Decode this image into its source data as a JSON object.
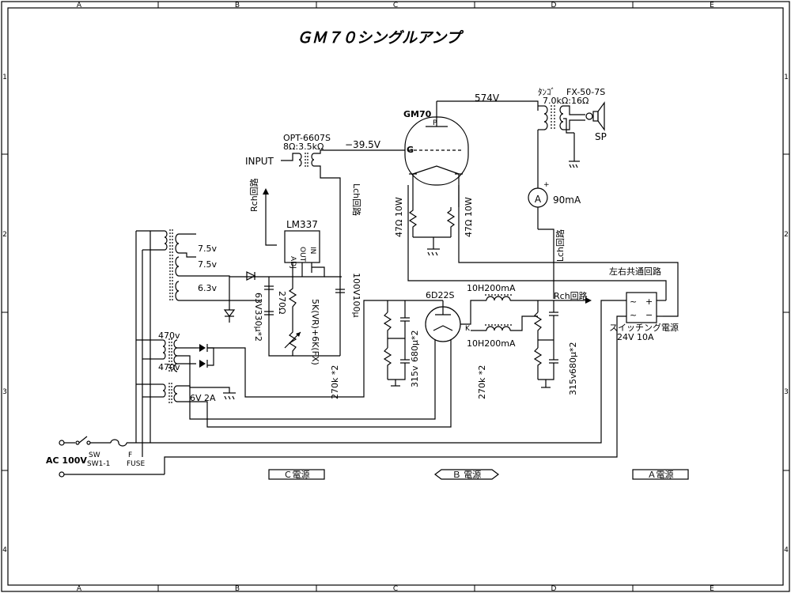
{
  "title": "ＧＭ７０シングルアンプ",
  "frame": {
    "cols": [
      "A",
      "B",
      "C",
      "D",
      "E"
    ],
    "rows": [
      "1",
      "2",
      "3",
      "4"
    ]
  },
  "tube": {
    "name": "GM70",
    "grid_label": "G",
    "plate_label": "P",
    "grid_voltage": "−39.5V",
    "plate_voltage": "574V"
  },
  "input": {
    "label": "INPUT",
    "transformer": "OPT-6607S",
    "ratio": "8Ω:3.5kΩ"
  },
  "output": {
    "brand": "ﾀﾝｺﾞ",
    "model": "FX-50-7S",
    "impedance": "7.0kΩ:16Ω",
    "speaker": "SP"
  },
  "meter": {
    "symbol": "A",
    "reading": "90mA",
    "plus": "+"
  },
  "cathode": {
    "r1": "47Ω 10W",
    "r2": "47Ω 10W"
  },
  "route_labels": {
    "rch_top": "Rch回路",
    "lch_top": "Lch回路",
    "lch_mid": "Lch回路",
    "rch_mid": "Rch回路",
    "common": "左右共通回路"
  },
  "regulator": {
    "name": "LM337",
    "pins": [
      "ADJ",
      "OUT",
      "IN"
    ],
    "r_fixed": "270Ω",
    "r_var": "5K(VR)+6K(FX)",
    "cap_in": "63V330μ*2",
    "cap_out": "100V100μ"
  },
  "heater_windings": [
    "7.5v",
    "7.5v",
    "6.3v"
  ],
  "hv": {
    "windings": [
      "470v",
      "470v"
    ],
    "heater_winding": "6V 2A",
    "tube": "6D22S",
    "cathode_mark": "K",
    "choke1": "10H200mA",
    "choke2": "10H200mA",
    "r_left": "270k *2",
    "c_left": "680μ*2",
    "v_left": "315v",
    "r_right": "270k *2",
    "c_right": "680μ*2",
    "v_right": "315v"
  },
  "psu": {
    "name": "スイッチング電源",
    "spec": "24V  10A",
    "ac_mark": "~",
    "plus": "+",
    "minus": "−"
  },
  "mains": {
    "ac": "AC 100V",
    "sw": "SW",
    "sw_id": "SW1-1",
    "fuse_id": "F",
    "fuse": "FUSE"
  },
  "sections": {
    "c": "Ｃ電源",
    "b": "Ｂ 電源",
    "a": "Ａ電源"
  }
}
